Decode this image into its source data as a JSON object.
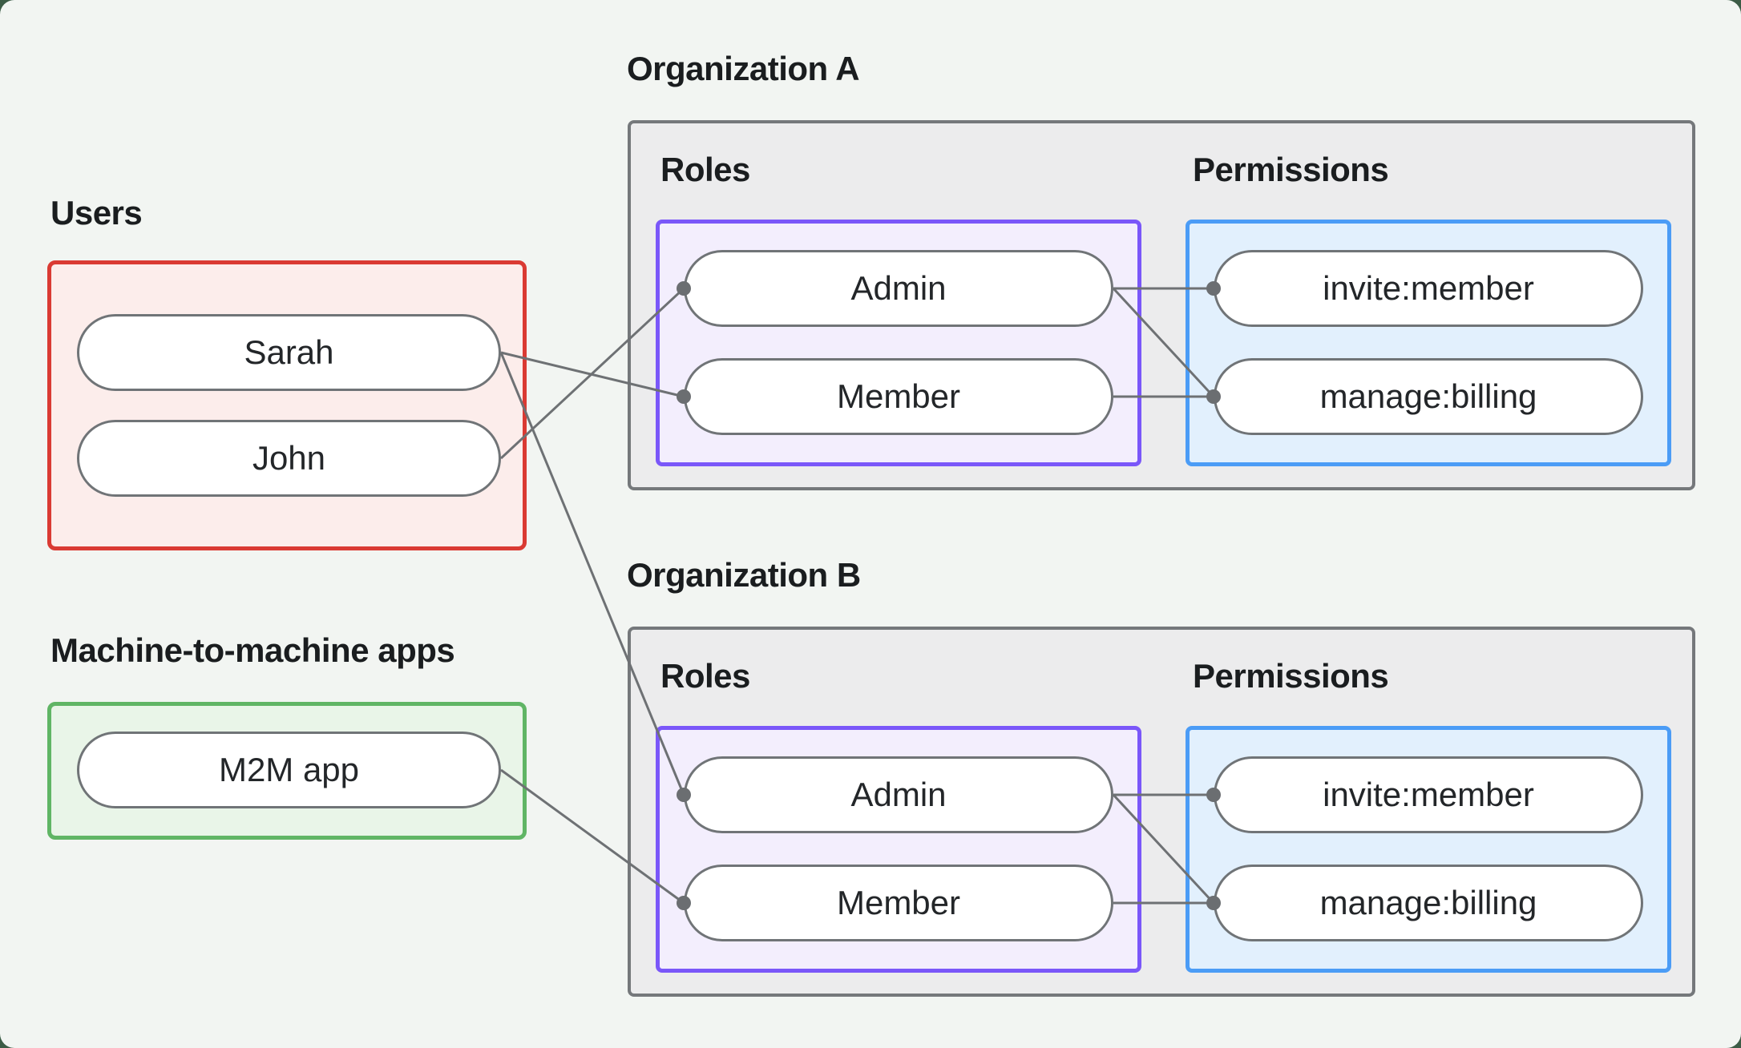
{
  "page": {
    "canvas_background": "#f2f5f2",
    "outer_background": "#3c5c46",
    "line_color": "#6e7174"
  },
  "palette": {
    "users_border": "#da3a33",
    "users_fill": "#fcedeb",
    "m2m_border": "#60b565",
    "m2m_fill": "#e9f5e8",
    "org_border": "#75787b",
    "org_fill": "#ececed",
    "roles_border": "#7a57f9",
    "roles_fill": "#f3eefd",
    "permissions_border": "#4b9cf6",
    "permissions_fill": "#e2f0fd"
  },
  "users_group": {
    "label": "Users",
    "items": [
      "Sarah",
      "John"
    ]
  },
  "m2m_group": {
    "label": "Machine-to-machine apps",
    "items": [
      "M2M app"
    ]
  },
  "organizations": [
    {
      "label": "Organization A",
      "roles_label": "Roles",
      "permissions_label": "Permissions",
      "roles": [
        "Admin",
        "Member"
      ],
      "permissions": [
        "invite:member",
        "manage:billing"
      ]
    },
    {
      "label": "Organization B",
      "roles_label": "Roles",
      "permissions_label": "Permissions",
      "roles": [
        "Admin",
        "Member"
      ],
      "permissions": [
        "invite:member",
        "manage:billing"
      ]
    }
  ],
  "connections": [
    {
      "from": "Sarah",
      "to": "Organization A / Member"
    },
    {
      "from": "Sarah",
      "to": "Organization B / Admin"
    },
    {
      "from": "John",
      "to": "Organization A / Admin"
    },
    {
      "from": "M2M app",
      "to": "Organization B / Member"
    },
    {
      "from": "Organization A / Admin",
      "to": "Organization A / invite:member"
    },
    {
      "from": "Organization A / Admin",
      "to": "Organization A / manage:billing"
    },
    {
      "from": "Organization A / Member",
      "to": "Organization A / manage:billing"
    },
    {
      "from": "Organization B / Admin",
      "to": "Organization B / invite:member"
    },
    {
      "from": "Organization B / Admin",
      "to": "Organization B / manage:billing"
    },
    {
      "from": "Organization B / Member",
      "to": "Organization B / manage:billing"
    }
  ]
}
